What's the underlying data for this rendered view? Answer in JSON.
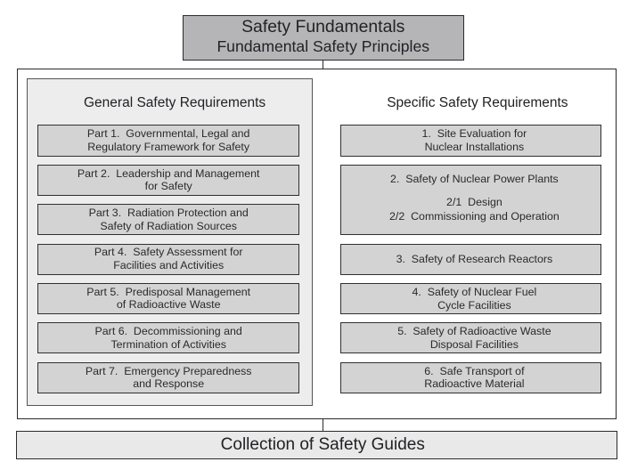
{
  "diagram": {
    "top_box": {
      "title": "Safety Fundamentals",
      "subtitle": "Fundamental Safety Principles"
    },
    "left_column": {
      "title": "General Safety Requirements",
      "items": [
        {
          "lines": [
            "Part 1.  Governmental, Legal and",
            "Regulatory Framework for Safety"
          ],
          "rows": 1
        },
        {
          "lines": [
            "Part 2.  Leadership and Management",
            "for Safety"
          ],
          "rows": 1
        },
        {
          "lines": [
            "Part 3.  Radiation Protection and",
            "Safety of Radiation Sources"
          ],
          "rows": 1
        },
        {
          "lines": [
            "Part 4.  Safety Assessment for",
            "Facilities and Activities"
          ],
          "rows": 1
        },
        {
          "lines": [
            "Part 5.  Predisposal Management",
            "of Radioactive Waste"
          ],
          "rows": 1
        },
        {
          "lines": [
            "Part 6.  Decommissioning and",
            "Termination of Activities"
          ],
          "rows": 1
        },
        {
          "lines": [
            "Part 7.  Emergency Preparedness",
            "and Response"
          ],
          "rows": 1
        }
      ]
    },
    "right_column": {
      "title": "Specific Safety Requirements",
      "items": [
        {
          "lines": [
            "1.  Site Evaluation for",
            "Nuclear Installations"
          ],
          "rows": 1
        },
        {
          "lines": [
            "2.  Safety of Nuclear Power Plants",
            "",
            "2/1  Design",
            "2/2  Commissioning and Operation"
          ],
          "rows": 2
        },
        {
          "lines": [
            "3.  Safety of Research Reactors"
          ],
          "rows": 1
        },
        {
          "lines": [
            "4.  Safety of Nuclear Fuel",
            "Cycle Facilities"
          ],
          "rows": 1
        },
        {
          "lines": [
            "5.  Safety of Radioactive Waste",
            "Disposal Facilities"
          ],
          "rows": 1
        },
        {
          "lines": [
            "6.  Safe Transport of",
            "Radioactive Material"
          ],
          "rows": 1
        }
      ]
    },
    "bottom_bar": {
      "label": "Collection of Safety Guides"
    },
    "colors": {
      "page_bg": "#ffffff",
      "top_box_fill": "#b5b5b8",
      "box_fill": "#d3d3d3",
      "panel_fill": "#ededee",
      "bottom_bar_fill": "#e9e9ea",
      "border_dark": "#2b2b2d",
      "box_border": "#303032",
      "panel_border": "#55555a",
      "text_color": "#2a2a2c",
      "title_color": "#222225"
    }
  }
}
